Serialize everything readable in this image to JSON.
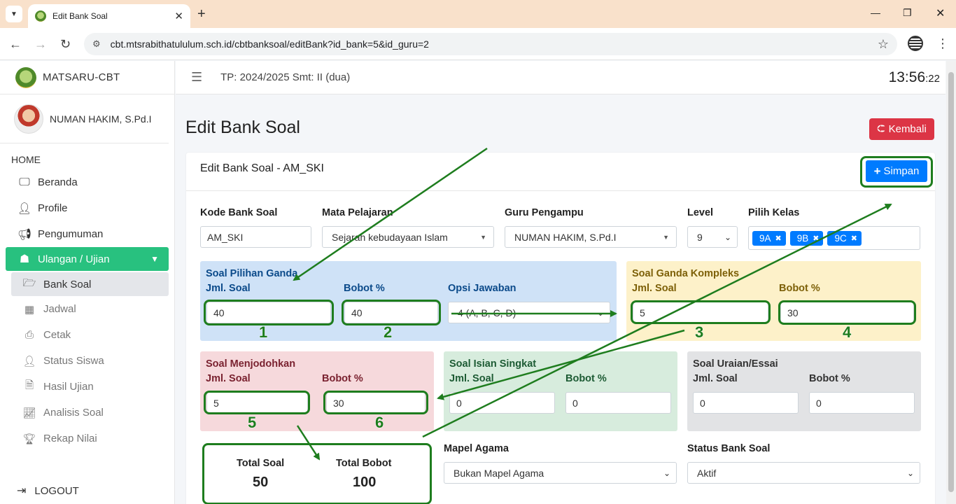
{
  "browser": {
    "tab_title": "Edit Bank Soal",
    "url": "cbt.mtsrabithatululum.sch.id/cbtbanksoal/editBank?id_bank=5&id_guru=2"
  },
  "sidebar": {
    "brand": "MATSARU-CBT",
    "user": "NUMAN HAKIM, S.Pd.I",
    "section": "HOME",
    "items": [
      "Beranda",
      "Profile",
      "Pengumuman"
    ],
    "active_group": "Ulangan / Ujian",
    "sub_items": [
      "Bank Soal",
      "Jadwal",
      "Cetak",
      "Status Siswa",
      "Hasil Ujian",
      "Analisis Soal",
      "Rekap Nilai"
    ],
    "logout": "LOGOUT"
  },
  "header": {
    "tp": "TP: 2024/2025 Smt: II (dua)",
    "clock_hm": "13:56",
    "clock_s": ":22"
  },
  "page": {
    "title": "Edit Bank Soal",
    "back_label": "Kembali",
    "card_title": "Edit Bank Soal - AM_SKI",
    "save_label": "Simpan"
  },
  "form": {
    "kode": {
      "label": "Kode Bank Soal",
      "value": "AM_SKI"
    },
    "mapel": {
      "label": "Mata Pelajaran",
      "value": "Sejarah kebudayaan Islam"
    },
    "guru": {
      "label": "Guru Pengampu",
      "value": "NUMAN HAKIM, S.Pd.I"
    },
    "level": {
      "label": "Level",
      "value": "9"
    },
    "kelas": {
      "label": "Pilih Kelas",
      "chips": [
        "9A",
        "9B",
        "9C"
      ]
    }
  },
  "sections": {
    "pg": {
      "title": "Soal Pilihan Ganda",
      "jml_label": "Jml. Soal",
      "jml": "40",
      "bobot_label": "Bobot %",
      "bobot": "40",
      "opsi_label": "Opsi Jawaban",
      "opsi": "4 (A, B, C, D)"
    },
    "kompleks": {
      "title": "Soal Ganda Kompleks",
      "jml_label": "Jml. Soal",
      "jml": "5",
      "bobot_label": "Bobot %",
      "bobot": "30"
    },
    "jodoh": {
      "title": "Soal Menjodohkan",
      "jml_label": "Jml. Soal",
      "jml": "5",
      "bobot_label": "Bobot %",
      "bobot": "30"
    },
    "isian": {
      "title": "Soal Isian Singkat",
      "jml_label": "Jml. Soal",
      "jml": "0",
      "bobot_label": "Bobot %",
      "bobot": "0"
    },
    "essai": {
      "title": "Soal Uraian/Essai",
      "jml_label": "Jml. Soal",
      "jml": "0",
      "bobot_label": "Bobot %",
      "bobot": "0"
    }
  },
  "totals": {
    "soal_label": "Total Soal",
    "soal": "50",
    "bobot_label": "Total Bobot",
    "bobot": "100"
  },
  "agama": {
    "label": "Mapel Agama",
    "value": "Bukan Mapel Agama"
  },
  "status": {
    "label": "Status Bank Soal",
    "value": "Aktif"
  },
  "annotations": [
    "1",
    "2",
    "3",
    "4",
    "5",
    "6"
  ],
  "colors": {
    "accent_green": "#28c17f",
    "primary": "#007bff",
    "danger": "#dc3545",
    "annotation": "#1e7d1e"
  }
}
